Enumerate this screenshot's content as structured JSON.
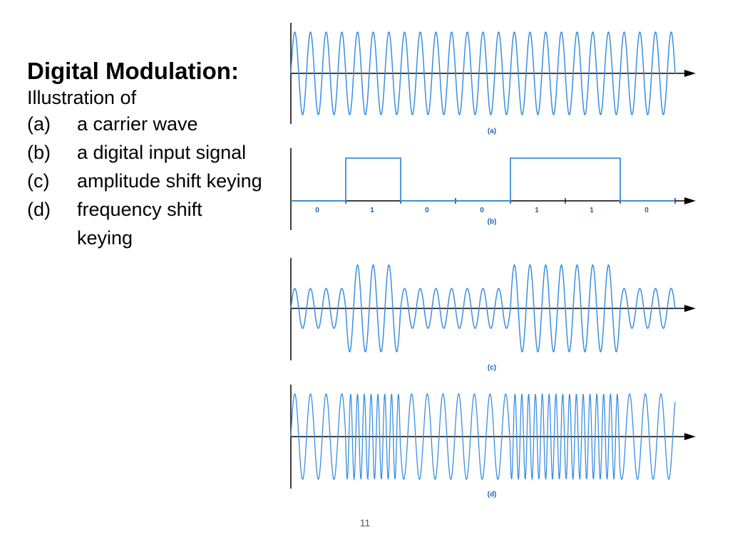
{
  "title": "Digital Modulation:",
  "subtitle": "Illustration of",
  "items": [
    {
      "label": "(a)",
      "text": "a carrier wave"
    },
    {
      "label": "(b)",
      "text": "a digital input signal"
    },
    {
      "label": "(c)",
      "text": "amplitude shift keying"
    },
    {
      "label": "(d)",
      "text": "frequency shift keying"
    }
  ],
  "panel_labels": {
    "a": "(a)",
    "b": "(b)",
    "c": "(c)",
    "d": "(d)"
  },
  "bits": [
    "0",
    "1",
    "0",
    "0",
    "1",
    "1",
    "0"
  ],
  "page_number": "11",
  "colors": {
    "wave": "#3a8fe0",
    "axis": "#000000",
    "label": "#1f5fb0"
  }
}
